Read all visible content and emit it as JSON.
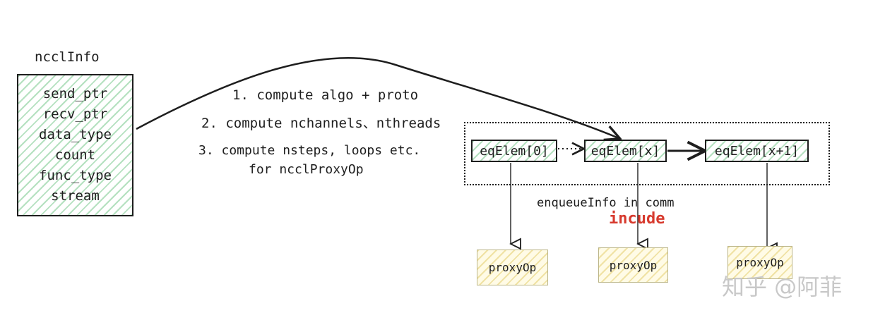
{
  "info_title": "ncclInfo",
  "info_fields": [
    "send_ptr",
    "recv_ptr",
    "data_type",
    "count",
    "func_type",
    "stream"
  ],
  "steps": {
    "step1": "1. compute algo + proto",
    "step2": "2. compute nchannels、nthreads",
    "step3_line1": "3. compute nsteps, loops etc.",
    "step3_line2": "for ncclProxyOp"
  },
  "queue": {
    "elements": [
      "eqElem[0]",
      "eqElem[x]",
      "eqElem[x+1]"
    ],
    "label": "enqueueInfo in comm",
    "annotation": "incude"
  },
  "proxy_ops": [
    "proxyOp",
    "proxyOp",
    "proxyOp"
  ],
  "watermark": "知乎 @阿菲",
  "colors": {
    "green_hatch": "#78c88c",
    "yellow_fill": "#fffbe6",
    "annotation_red": "#d73a2e"
  }
}
